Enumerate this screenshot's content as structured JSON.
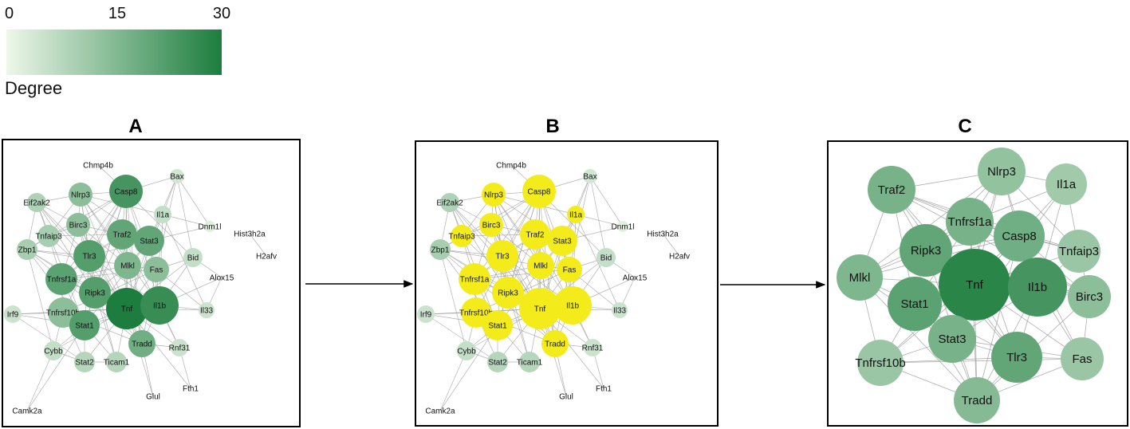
{
  "legend": {
    "ticks": [
      "0",
      "15",
      "30"
    ],
    "title": "Degree",
    "gradient_colors": [
      "#eef7ea",
      "#1c7d3e"
    ]
  },
  "panels": [
    {
      "letter": "A",
      "highlight": "none"
    },
    {
      "letter": "B",
      "highlight": "yellow"
    },
    {
      "letter": "C",
      "highlight": "none"
    }
  ],
  "colors": {
    "highlight": "#f3ec1a",
    "edge": "#9a9a9a",
    "frame": "#000000",
    "arrow": "#000000"
  },
  "nodes_ab": [
    {
      "id": "Chmp4b",
      "degree": 0
    },
    {
      "id": "Bax",
      "degree": 4
    },
    {
      "id": "Casp8",
      "degree": 24
    },
    {
      "id": "Nlrp3",
      "degree": 14
    },
    {
      "id": "Eif2ak2",
      "degree": 9
    },
    {
      "id": "Il1a",
      "degree": 6
    },
    {
      "id": "Hist3h2a",
      "degree": 0
    },
    {
      "id": "Dnm1l",
      "degree": 2
    },
    {
      "id": "H2afv",
      "degree": 0
    },
    {
      "id": "Birc3",
      "degree": 14
    },
    {
      "id": "Tnfaip3",
      "degree": 10
    },
    {
      "id": "Traf2",
      "degree": 20
    },
    {
      "id": "Stat3",
      "degree": 20
    },
    {
      "id": "Zbp1",
      "degree": 10
    },
    {
      "id": "Bid",
      "degree": 6
    },
    {
      "id": "Tlr3",
      "degree": 22
    },
    {
      "id": "Mlkl",
      "degree": 16
    },
    {
      "id": "Fas",
      "degree": 14
    },
    {
      "id": "Tnfrsf1a",
      "degree": 21
    },
    {
      "id": "Alox15",
      "degree": 0
    },
    {
      "id": "Ripk3",
      "degree": 22
    },
    {
      "id": "Tnf",
      "degree": 30
    },
    {
      "id": "Il1b",
      "degree": 26
    },
    {
      "id": "Irf9",
      "degree": 5
    },
    {
      "id": "Tnfrsf10b",
      "degree": 14
    },
    {
      "id": "Il33",
      "degree": 5
    },
    {
      "id": "Stat1",
      "degree": 22
    },
    {
      "id": "Cybb",
      "degree": 6
    },
    {
      "id": "Tradd",
      "degree": 18
    },
    {
      "id": "Rnf31",
      "degree": 5
    },
    {
      "id": "Stat2",
      "degree": 8
    },
    {
      "id": "Ticam1",
      "degree": 8
    },
    {
      "id": "Glul",
      "degree": 0
    },
    {
      "id": "Fth1",
      "degree": 0
    },
    {
      "id": "Camk2a",
      "degree": 0
    }
  ],
  "edges_ab": [
    [
      "Tnf",
      "Il1b"
    ],
    [
      "Tnf",
      "Stat1"
    ],
    [
      "Tnf",
      "Ripk3"
    ],
    [
      "Tnf",
      "Tradd"
    ],
    [
      "Tnf",
      "Mlkl"
    ],
    [
      "Tnf",
      "Fas"
    ],
    [
      "Tnf",
      "Tlr3"
    ],
    [
      "Tnf",
      "Casp8"
    ],
    [
      "Tnf",
      "Traf2"
    ],
    [
      "Tnf",
      "Stat3"
    ],
    [
      "Tnf",
      "Tnfrsf1a"
    ],
    [
      "Tnf",
      "Tnfrsf10b"
    ],
    [
      "Tnf",
      "Birc3"
    ],
    [
      "Tnf",
      "Nlrp3"
    ],
    [
      "Tnf",
      "Il1a"
    ],
    [
      "Tnf",
      "Il33"
    ],
    [
      "Tnf",
      "Ticam1"
    ],
    [
      "Tnf",
      "Stat2"
    ],
    [
      "Tnf",
      "Bid"
    ],
    [
      "Tnf",
      "Cybb"
    ],
    [
      "Tnf",
      "Tnfaip3"
    ],
    [
      "Tnf",
      "Zbp1"
    ],
    [
      "Tnf",
      "Irf9"
    ],
    [
      "Tnf",
      "Rnf31"
    ],
    [
      "Tnf",
      "Glul"
    ],
    [
      "Tnf",
      "Fth1"
    ],
    [
      "Tnf",
      "Eif2ak2"
    ],
    [
      "Il1b",
      "Casp8"
    ],
    [
      "Il1b",
      "Nlrp3"
    ],
    [
      "Il1b",
      "Stat3"
    ],
    [
      "Il1b",
      "Tlr3"
    ],
    [
      "Il1b",
      "Il1a"
    ],
    [
      "Il1b",
      "Il33"
    ],
    [
      "Il1b",
      "Stat1"
    ],
    [
      "Il1b",
      "Fas"
    ],
    [
      "Il1b",
      "Ripk3"
    ],
    [
      "Il1b",
      "Tradd"
    ],
    [
      "Il1b",
      "Alox15"
    ],
    [
      "Il1b",
      "Rnf31"
    ],
    [
      "Il1b",
      "Bid"
    ],
    [
      "Casp8",
      "Ripk3"
    ],
    [
      "Casp8",
      "Mlkl"
    ],
    [
      "Casp8",
      "Fas"
    ],
    [
      "Casp8",
      "Bid"
    ],
    [
      "Casp8",
      "Traf2"
    ],
    [
      "Casp8",
      "Tradd"
    ],
    [
      "Casp8",
      "Birc3"
    ],
    [
      "Casp8",
      "Bax"
    ],
    [
      "Casp8",
      "Tnfrsf1a"
    ],
    [
      "Casp8",
      "Tnfrsf10b"
    ],
    [
      "Casp8",
      "Nlrp3"
    ],
    [
      "Casp8",
      "Chmp4b"
    ],
    [
      "Casp8",
      "Tlr3"
    ],
    [
      "Casp8",
      "Zbp1"
    ],
    [
      "Casp8",
      "Stat1"
    ],
    [
      "Ripk3",
      "Mlkl"
    ],
    [
      "Ripk3",
      "Zbp1"
    ],
    [
      "Ripk3",
      "Tradd"
    ],
    [
      "Ripk3",
      "Tlr3"
    ],
    [
      "Ripk3",
      "Ticam1"
    ],
    [
      "Ripk3",
      "Tnfrsf1a"
    ],
    [
      "Ripk3",
      "Birc3"
    ],
    [
      "Ripk3",
      "Traf2"
    ],
    [
      "Ripk3",
      "Stat1"
    ],
    [
      "Ripk3",
      "Eif2ak2"
    ],
    [
      "Ripk3",
      "Nlrp3"
    ],
    [
      "Stat1",
      "Stat2"
    ],
    [
      "Stat1",
      "Irf9"
    ],
    [
      "Stat1",
      "Stat3"
    ],
    [
      "Stat1",
      "Tlr3"
    ],
    [
      "Stat1",
      "Eif2ak2"
    ],
    [
      "Stat1",
      "Tnfrsf1a"
    ],
    [
      "Stat1",
      "Tnfrsf10b"
    ],
    [
      "Stat1",
      "Cybb"
    ],
    [
      "Stat1",
      "Zbp1"
    ],
    [
      "Stat1",
      "Camk2a"
    ],
    [
      "Tlr3",
      "Ticam1"
    ],
    [
      "Tlr3",
      "Traf2"
    ],
    [
      "Tlr3",
      "Tnfrsf1a"
    ],
    [
      "Tlr3",
      "Eif2ak2"
    ],
    [
      "Tlr3",
      "Stat3"
    ],
    [
      "Tlr3",
      "Nlrp3"
    ],
    [
      "Tlr3",
      "Birc3"
    ],
    [
      "Tlr3",
      "Zbp1"
    ],
    [
      "Tradd",
      "Tnfrsf1a"
    ],
    [
      "Tradd",
      "Traf2"
    ],
    [
      "Tradd",
      "Fas"
    ],
    [
      "Tradd",
      "Birc3"
    ],
    [
      "Tradd",
      "Rnf31"
    ],
    [
      "Tradd",
      "Mlkl"
    ],
    [
      "Tradd",
      "Tnfrsf10b"
    ],
    [
      "Tradd",
      "Glul"
    ],
    [
      "Traf2",
      "Birc3"
    ],
    [
      "Traf2",
      "Tnfrsf1a"
    ],
    [
      "Traf2",
      "Tnfaip3"
    ],
    [
      "Traf2",
      "Rnf31"
    ],
    [
      "Traf2",
      "Stat3"
    ],
    [
      "Traf2",
      "Mlkl"
    ],
    [
      "Stat3",
      "Il1a"
    ],
    [
      "Stat3",
      "Bax"
    ],
    [
      "Stat3",
      "Fas"
    ],
    [
      "Stat3",
      "Dnm1l"
    ],
    [
      "Stat3",
      "Nlrp3"
    ],
    [
      "Stat3",
      "Mlkl"
    ],
    [
      "Mlkl",
      "Nlrp3"
    ],
    [
      "Mlkl",
      "Tnfrsf1a"
    ],
    [
      "Mlkl",
      "Zbp1"
    ],
    [
      "Mlkl",
      "Birc3"
    ],
    [
      "Mlkl",
      "Fas"
    ],
    [
      "Tnfrsf1a",
      "Birc3"
    ],
    [
      "Tnfrsf1a",
      "Tnfaip3"
    ],
    [
      "Tnfrsf1a",
      "Tnfrsf10b"
    ],
    [
      "Tnfrsf1a",
      "Zbp1"
    ],
    [
      "Tnfrsf1a",
      "Fas"
    ],
    [
      "Nlrp3",
      "Birc3"
    ],
    [
      "Nlrp3",
      "Il1a"
    ],
    [
      "Nlrp3",
      "Tnfaip3"
    ],
    [
      "Nlrp3",
      "Eif2ak2"
    ],
    [
      "Birc3",
      "Tnfaip3"
    ],
    [
      "Birc3",
      "Eif2ak2"
    ],
    [
      "Tnfaip3",
      "Zbp1"
    ],
    [
      "Tnfaip3",
      "Eif2ak2"
    ],
    [
      "Fas",
      "Bid"
    ],
    [
      "Fas",
      "Il33"
    ],
    [
      "Fas",
      "Bax"
    ],
    [
      "Fas",
      "Tnfrsf10b"
    ],
    [
      "Bax",
      "Bid"
    ],
    [
      "Bax",
      "Dnm1l"
    ],
    [
      "Bax",
      "Il1a"
    ],
    [
      "Bid",
      "Alox15"
    ],
    [
      "Il1a",
      "Il33"
    ],
    [
      "Il1a",
      "Dnm1l"
    ],
    [
      "Tnfrsf10b",
      "Irf9"
    ],
    [
      "Tnfrsf10b",
      "Cybb"
    ],
    [
      "Tnfrsf10b",
      "Stat2"
    ],
    [
      "Stat2",
      "Irf9"
    ],
    [
      "Stat2",
      "Cybb"
    ],
    [
      "Stat2",
      "Ticam1"
    ],
    [
      "Cybb",
      "Camk2a"
    ],
    [
      "Cybb",
      "Zbp1"
    ],
    [
      "Rnf31",
      "Fth1"
    ],
    [
      "Il33",
      "Alox15"
    ],
    [
      "Zbp1",
      "Eif2ak2"
    ],
    [
      "Ticam1",
      "Stat1"
    ],
    [
      "Hist3h2a",
      "H2afv"
    ]
  ],
  "nodes_c": [
    {
      "id": "Nlrp3",
      "degree": 13
    },
    {
      "id": "Traf2",
      "degree": 17
    },
    {
      "id": "Il1a",
      "degree": 11
    },
    {
      "id": "Tnfrsf1a",
      "degree": 17
    },
    {
      "id": "Casp8",
      "degree": 18
    },
    {
      "id": "Ripk3",
      "degree": 20
    },
    {
      "id": "Tnfaip3",
      "degree": 12
    },
    {
      "id": "Mlkl",
      "degree": 16
    },
    {
      "id": "Tnf",
      "degree": 28
    },
    {
      "id": "Il1b",
      "degree": 24
    },
    {
      "id": "Birc3",
      "degree": 14
    },
    {
      "id": "Stat1",
      "degree": 21
    },
    {
      "id": "Stat3",
      "degree": 17
    },
    {
      "id": "Tlr3",
      "degree": 20
    },
    {
      "id": "Fas",
      "degree": 12
    },
    {
      "id": "Tnfrsf10b",
      "degree": 12
    },
    {
      "id": "Tradd",
      "degree": 15
    }
  ],
  "edges_c": [
    [
      "Tnf",
      "Nlrp3"
    ],
    [
      "Tnf",
      "Traf2"
    ],
    [
      "Tnf",
      "Il1a"
    ],
    [
      "Tnf",
      "Tnfrsf1a"
    ],
    [
      "Tnf",
      "Casp8"
    ],
    [
      "Tnf",
      "Ripk3"
    ],
    [
      "Tnf",
      "Tnfaip3"
    ],
    [
      "Tnf",
      "Mlkl"
    ],
    [
      "Tnf",
      "Il1b"
    ],
    [
      "Tnf",
      "Birc3"
    ],
    [
      "Tnf",
      "Stat1"
    ],
    [
      "Tnf",
      "Stat3"
    ],
    [
      "Tnf",
      "Tlr3"
    ],
    [
      "Tnf",
      "Fas"
    ],
    [
      "Tnf",
      "Tnfrsf10b"
    ],
    [
      "Tnf",
      "Tradd"
    ],
    [
      "Il1b",
      "Nlrp3"
    ],
    [
      "Il1b",
      "Il1a"
    ],
    [
      "Il1b",
      "Casp8"
    ],
    [
      "Il1b",
      "Stat3"
    ],
    [
      "Il1b",
      "Tlr3"
    ],
    [
      "Il1b",
      "Fas"
    ],
    [
      "Il1b",
      "Ripk3"
    ],
    [
      "Il1b",
      "Stat1"
    ],
    [
      "Il1b",
      "Tradd"
    ],
    [
      "Il1b",
      "Birc3"
    ],
    [
      "Il1b",
      "Tnfaip3"
    ],
    [
      "Ripk3",
      "Casp8"
    ],
    [
      "Ripk3",
      "Mlkl"
    ],
    [
      "Ripk3",
      "Tradd"
    ],
    [
      "Ripk3",
      "Tlr3"
    ],
    [
      "Ripk3",
      "Tnfrsf1a"
    ],
    [
      "Ripk3",
      "Traf2"
    ],
    [
      "Ripk3",
      "Stat1"
    ],
    [
      "Ripk3",
      "Birc3"
    ],
    [
      "Ripk3",
      "Nlrp3"
    ],
    [
      "Stat1",
      "Stat3"
    ],
    [
      "Stat1",
      "Tlr3"
    ],
    [
      "Stat1",
      "Tnfrsf1a"
    ],
    [
      "Stat1",
      "Tnfrsf10b"
    ],
    [
      "Stat1",
      "Mlkl"
    ],
    [
      "Stat1",
      "Traf2"
    ],
    [
      "Stat1",
      "Tradd"
    ],
    [
      "Casp8",
      "Mlkl"
    ],
    [
      "Casp8",
      "Fas"
    ],
    [
      "Casp8",
      "Traf2"
    ],
    [
      "Casp8",
      "Tradd"
    ],
    [
      "Casp8",
      "Birc3"
    ],
    [
      "Casp8",
      "Tnfrsf1a"
    ],
    [
      "Casp8",
      "Tnfrsf10b"
    ],
    [
      "Casp8",
      "Nlrp3"
    ],
    [
      "Casp8",
      "Tnfaip3"
    ],
    [
      "Tlr3",
      "Traf2"
    ],
    [
      "Tlr3",
      "Tnfrsf1a"
    ],
    [
      "Tlr3",
      "Stat3"
    ],
    [
      "Tlr3",
      "Tradd"
    ],
    [
      "Tlr3",
      "Fas"
    ],
    [
      "Tlr3",
      "Tnfrsf10b"
    ],
    [
      "Traf2",
      "Birc3"
    ],
    [
      "Traf2",
      "Tnfrsf1a"
    ],
    [
      "Traf2",
      "Tnfaip3"
    ],
    [
      "Traf2",
      "Mlkl"
    ],
    [
      "Traf2",
      "Nlrp3"
    ],
    [
      "Tnfrsf1a",
      "Tradd"
    ],
    [
      "Tnfrsf1a",
      "Birc3"
    ],
    [
      "Tnfrsf1a",
      "Tnfaip3"
    ],
    [
      "Tnfrsf1a",
      "Nlrp3"
    ],
    [
      "Tnfrsf1a",
      "Il1a"
    ],
    [
      "Tnfrsf1a",
      "Mlkl"
    ],
    [
      "Stat3",
      "Il1a"
    ],
    [
      "Stat3",
      "Fas"
    ],
    [
      "Stat3",
      "Mlkl"
    ],
    [
      "Stat3",
      "Tnfrsf10b"
    ],
    [
      "Stat3",
      "Tradd"
    ],
    [
      "Stat3",
      "Nlrp3"
    ],
    [
      "Mlkl",
      "Tnfrsf10b"
    ],
    [
      "Mlkl",
      "Tradd"
    ],
    [
      "Mlkl",
      "Nlrp3"
    ],
    [
      "Tradd",
      "Fas"
    ],
    [
      "Tradd",
      "Tnfrsf10b"
    ],
    [
      "Tradd",
      "Birc3"
    ],
    [
      "Nlrp3",
      "Il1a"
    ],
    [
      "Nlrp3",
      "Tnfaip3"
    ],
    [
      "Il1a",
      "Tnfaip3"
    ],
    [
      "Birc3",
      "Tnfaip3"
    ],
    [
      "Birc3",
      "Fas"
    ],
    [
      "Fas",
      "Tnfrsf10b"
    ]
  ]
}
